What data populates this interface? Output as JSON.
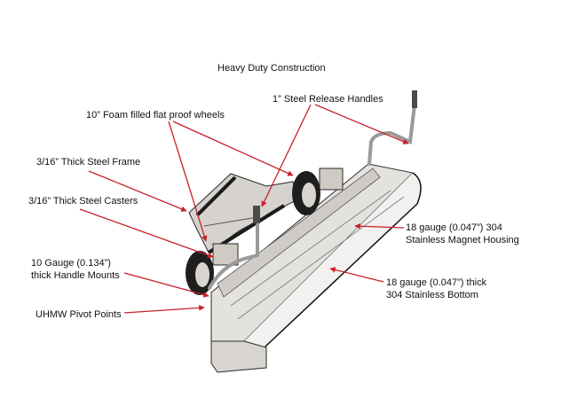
{
  "title": "Heavy Duty Construction",
  "labels": {
    "wheels": "10” Foam filled flat proof wheels",
    "handles": "1” Steel Release Handles",
    "frame": "3/16” Thick Steel Frame",
    "casters": "3/16” Thick Steel Casters",
    "mounts_line1": "10 Gauge (0.134”)",
    "mounts_line2": "thick Handle Mounts",
    "pivot": "UHMW Pivot Points",
    "housing_line1": "18 gauge (0.047”) 304",
    "housing_line2": "Stainless Magnet Housing",
    "bottom_line1": "18 gauge (0.047”) thick",
    "bottom_line2": "304 Stainless Bottom"
  },
  "colors": {
    "leader": "#c8202a",
    "steel": "#c9c6c2",
    "outline": "#2a2a2a",
    "tire": "#1e1e1e"
  }
}
